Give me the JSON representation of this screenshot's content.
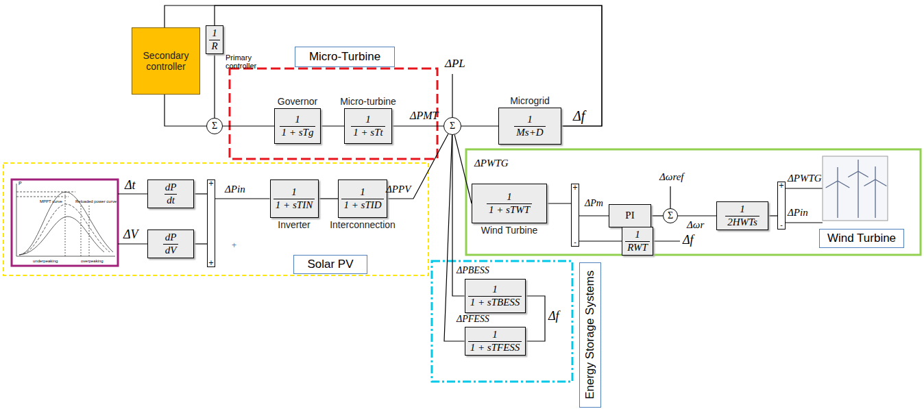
{
  "diagram": {
    "nodes": [
      {
        "text": [
          "Secondary controller"
        ]
      },
      {
        "text": [
          "1",
          "R"
        ]
      },
      {
        "text": [
          "Σ"
        ]
      },
      {
        "text": [
          "Micro-Turbine"
        ]
      },
      {
        "text": [
          "Governor",
          "1",
          "1 + sTg"
        ]
      },
      {
        "text": [
          "Micro-turbine",
          "1",
          "1 + sTt"
        ]
      },
      {
        "text": [
          "Σ"
        ]
      },
      {
        "text": [
          "Microgrid",
          "1",
          "Ms+D"
        ]
      },
      {
        "text": [
          "dP",
          "dt"
        ]
      },
      {
        "text": [
          "dP",
          "dV"
        ]
      },
      {
        "text": [
          "+",
          "+"
        ]
      },
      {
        "text": [
          "1",
          "1 + sTIN",
          "Inverter"
        ]
      },
      {
        "text": [
          "1",
          "1 + sTID",
          "Interconnection"
        ]
      },
      {
        "text": [
          "Solar PV"
        ]
      },
      {
        "text": [
          "1",
          "1 + sTWT",
          "Wind Turbine"
        ]
      },
      {
        "text": [
          "+",
          "-"
        ]
      },
      {
        "text": [
          "PI"
        ]
      },
      {
        "text": [
          "1",
          "RWT"
        ]
      },
      {
        "text": [
          "Σ"
        ]
      },
      {
        "text": [
          "1",
          "2HWTs"
        ]
      },
      {
        "text": [
          "+",
          "-"
        ]
      },
      {
        "text": [
          "Wind Turbine"
        ]
      },
      {
        "text": [
          "1",
          "1 + sTBESS"
        ]
      },
      {
        "text": [
          "1",
          "1 + sTFESS"
        ]
      },
      {
        "text": [
          "Energy Storage Systems"
        ]
      }
    ],
    "edges": [
      {
        "from": 0,
        "to": 2,
        "arrow": "none"
      },
      {
        "from": 1,
        "to": 2,
        "arrow": "none"
      },
      {
        "from": 2,
        "to": 4,
        "arrow": "none"
      },
      {
        "from": 4,
        "to": 5,
        "arrow": "none"
      },
      {
        "from": 5,
        "to": 6,
        "arrow": "none"
      },
      {
        "from": 6,
        "to": 7,
        "arrow": "none"
      },
      {
        "from": 7,
        "to": 0,
        "arrow": "none"
      },
      {
        "from": 7,
        "to": 1,
        "arrow": "none"
      },
      {
        "from": 8,
        "to": 10,
        "arrow": "none"
      },
      {
        "from": 9,
        "to": 10,
        "arrow": "none"
      },
      {
        "from": 10,
        "to": 11,
        "arrow": "none"
      },
      {
        "from": 11,
        "to": 12,
        "arrow": "none"
      },
      {
        "from": 12,
        "to": 6,
        "arrow": "none"
      },
      {
        "from": 14,
        "to": 6,
        "arrow": "none"
      },
      {
        "from": 15,
        "to": 14,
        "arrow": "none"
      },
      {
        "from": 16,
        "to": 15,
        "arrow": "none"
      },
      {
        "from": 17,
        "to": 15,
        "arrow": "none"
      },
      {
        "from": 18,
        "to": 16,
        "arrow": "none"
      },
      {
        "from": 19,
        "to": 18,
        "arrow": "none"
      },
      {
        "from": 20,
        "to": 19,
        "arrow": "none"
      },
      {
        "from": 22,
        "to": 6,
        "arrow": "none"
      },
      {
        "from": 23,
        "to": 6,
        "arrow": "none"
      }
    ],
    "labels": [
      "Primary controller",
      "ΔPL",
      "ΔPMT",
      "Δf",
      "P",
      "MPPT curve",
      "Reloaded power curve",
      "underpeaking",
      "overpeaking",
      "Δt",
      "ΔV",
      "ΔPin",
      "+",
      "ΔPPV",
      "ΔPWTG",
      "ΔPm",
      "Δωref",
      "Δf",
      "Δωr",
      "ΔPWTG",
      "ΔPin",
      "ΔPBESS",
      "ΔPFESS",
      "Δf"
    ]
  }
}
